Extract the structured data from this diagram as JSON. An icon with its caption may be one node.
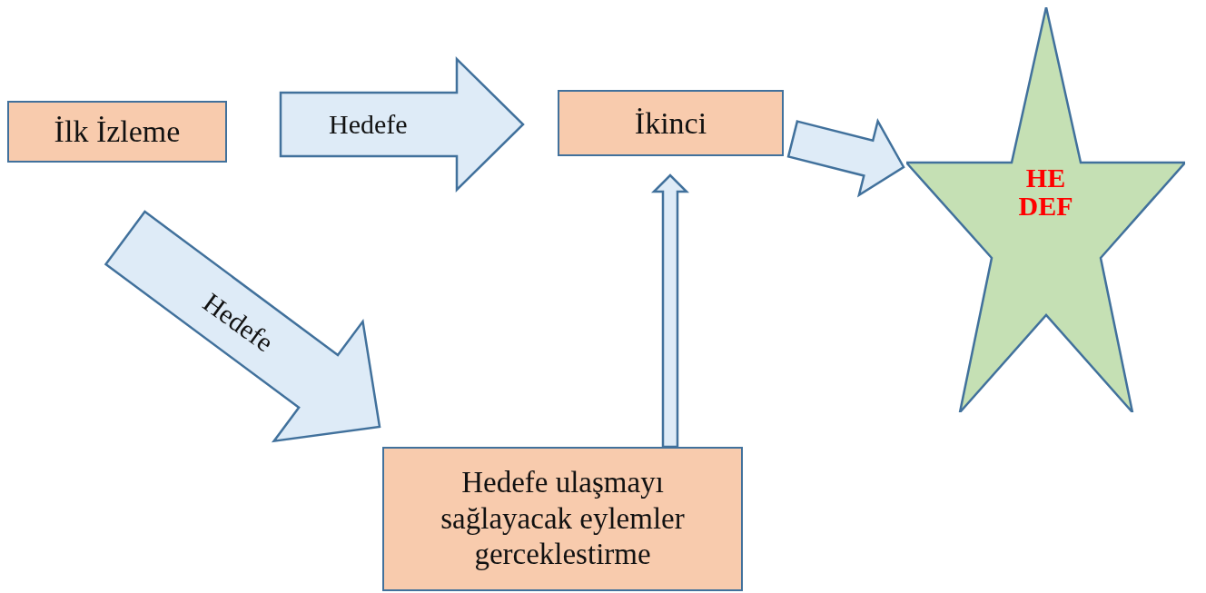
{
  "diagram": {
    "nodes": [
      {
        "text": [
          "İlk İzleme"
        ]
      },
      {
        "text": [
          "İkinci"
        ]
      },
      {
        "text": [
          "Hedefe ulaşmayı sağlayacak eylemler gerceklestirme"
        ]
      },
      {
        "text": [
          "HE DEF"
        ]
      }
    ],
    "edges": [
      {
        "from": 0,
        "to": 1,
        "arrow": "to",
        "label": "Hedefe",
        "style": "thick"
      },
      {
        "from": 0,
        "to": 2,
        "arrow": "to",
        "label": "Hedefe",
        "style": "thick"
      },
      {
        "from": 2,
        "to": 1,
        "arrow": "to",
        "style": "thick"
      },
      {
        "from": 1,
        "to": 3,
        "arrow": "to",
        "style": "thick"
      }
    ]
  }
}
